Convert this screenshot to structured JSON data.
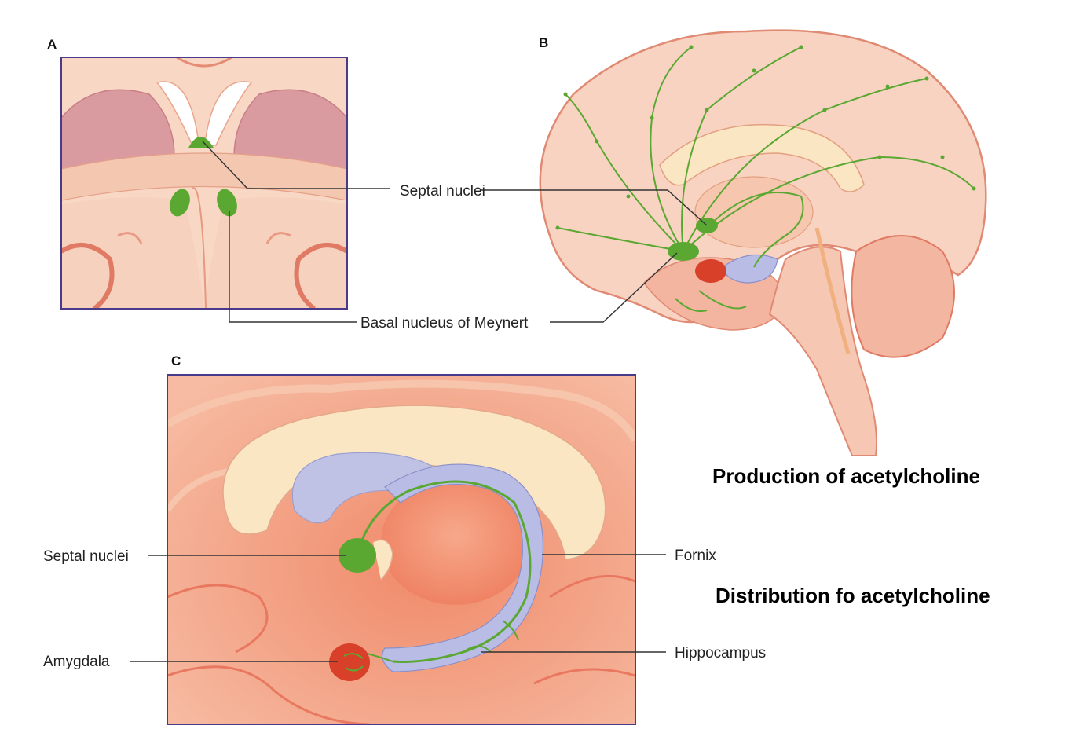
{
  "panels": {
    "a": {
      "letter": "A"
    },
    "b": {
      "letter": "B"
    },
    "c": {
      "letter": "C"
    }
  },
  "labels": {
    "septal_nuclei_top": "Septal nuclei",
    "basal_nucleus": "Basal nucleus of Meynert",
    "septal_nuclei_c": "Septal nuclei",
    "amygdala": "Amygdala",
    "fornix": "Fornix",
    "hippocampus": "Hippocampus"
  },
  "captions": {
    "production": "Production of acetylcholine",
    "distribution": "Distribution fo acetylcholine"
  },
  "colors": {
    "tissue": "#f6c9b4",
    "tissue_dark": "#e98f78",
    "cholinergic_green": "#5aa832",
    "frame": "#4a3a8a",
    "amygdala_red": "#d8402a",
    "ventricle_blue": "#b9bde6",
    "callosum": "#fbe6c4"
  }
}
